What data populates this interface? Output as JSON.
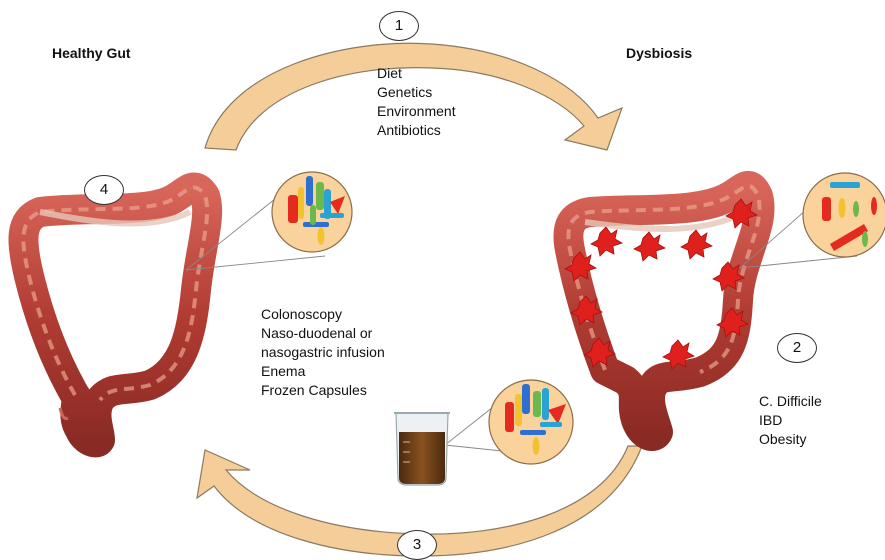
{
  "headings": {
    "healthy": "Healthy Gut",
    "dysbiosis": "Dysbiosis"
  },
  "steps": {
    "s1": "1",
    "s2": "2",
    "s3": "3",
    "s4": "4"
  },
  "causes": [
    "Diet",
    "Genetics",
    "Environment",
    "Antibiotics"
  ],
  "routes": [
    "Colonoscopy",
    "Naso-duodenal or",
    "nasogastric infusion",
    "Enema",
    "Frozen Capsules"
  ],
  "conditions": [
    "C. Difficile",
    "IBD",
    "Obesity"
  ],
  "colors": {
    "arrow": "#f5cd98",
    "arrow_stroke": "#8a7a62",
    "gut": "#b9443a",
    "gut_dark": "#7e2420",
    "inflammation": "#e0201c",
    "inset_bg": "#f9d39b",
    "fluid": "#6b3c16"
  }
}
